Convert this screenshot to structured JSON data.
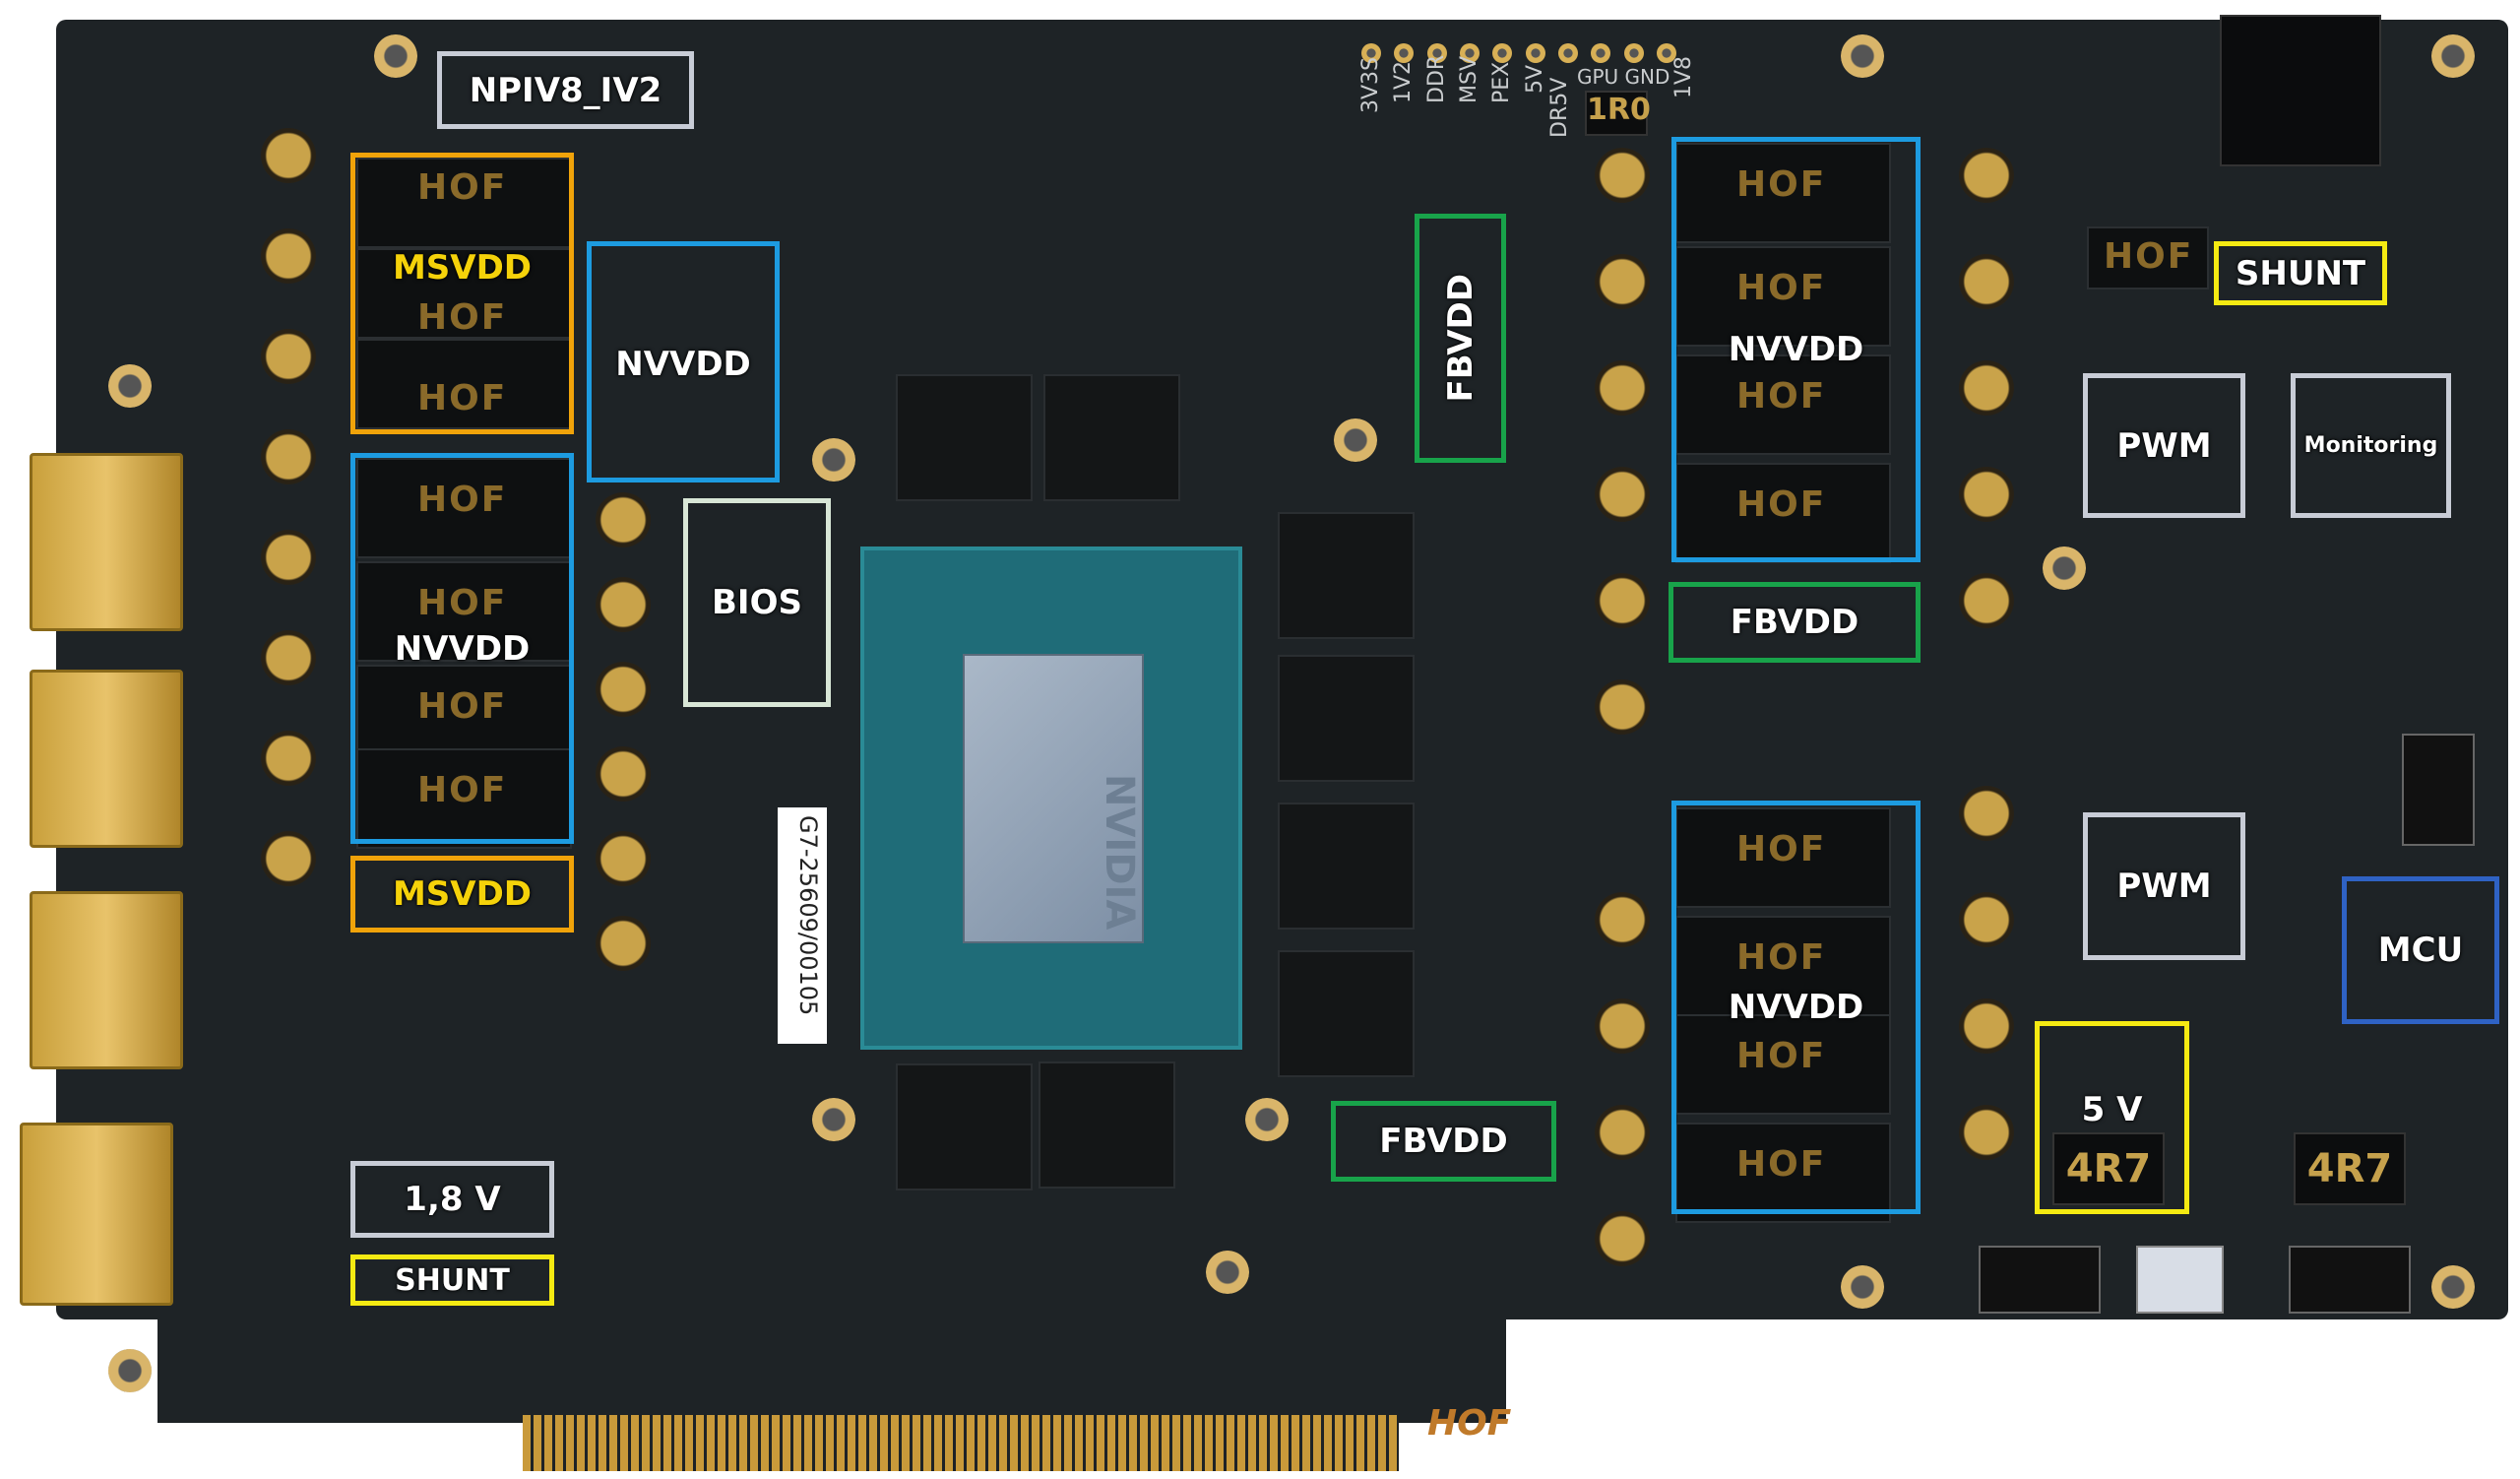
{
  "annotations": {
    "npiv8": "NPIV8_IV2",
    "msvdd_top": "MSVDD",
    "msvdd_bottom": "MSVDD",
    "nvvdd_left": "NVVDD",
    "nvvdd_mid": "NVVDD",
    "nvvdd_right_top": "NVVDD",
    "nvvdd_right_bottom": "NVVDD",
    "bios": "BIOS",
    "v18": "1,8 V",
    "shunt_left": "SHUNT",
    "shunt_right": "SHUNT",
    "fbvdd_vertical": "FBVDD",
    "fbvdd_right": "FBVDD",
    "fbvdd_bottom": "FBVDD",
    "pwm_top": "PWM",
    "monitoring": "Monitoring",
    "pwm_bottom": "PWM",
    "mcu": "MCU",
    "v5": "5 V"
  },
  "test_points": [
    "3V3S",
    "1V2",
    "DDR",
    "MSV",
    "PEX",
    "5V",
    "DR5V",
    "GPU GND",
    "1V8"
  ],
  "silkscreen": {
    "gpu_gnd": "GPU GND",
    "r1": "1R0",
    "r2": "4R7",
    "r3": "4R7",
    "choke": "HOF",
    "gpu_die": "NVIDIA",
    "serial": "G7-25609/00105",
    "brand": "HOF"
  },
  "colors": {
    "nvvdd": "#1d9be0",
    "msvdd": "#f0a30a",
    "fbvdd": "#18a34a",
    "shunt": "#f5ea12",
    "mcu": "#2f62c4",
    "pcb": "#1e2326"
  }
}
